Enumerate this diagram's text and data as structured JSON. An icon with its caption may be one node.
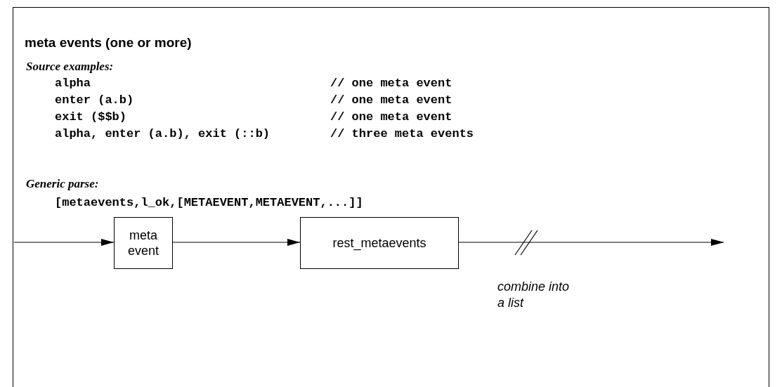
{
  "diagram": {
    "title": "meta events (one or more)",
    "nodes": [
      {
        "text": [
          "meta event"
        ]
      },
      {
        "text": [
          "rest_metaevents"
        ]
      }
    ],
    "edges": [
      {
        "from": null,
        "to": 0,
        "arrow": "to"
      },
      {
        "from": 0,
        "to": 1,
        "arrow": "to"
      },
      {
        "from": 1,
        "to": null,
        "arrow": "to",
        "label": "combine into a list"
      }
    ],
    "labels": [
      "Source examples:",
      "alpha",
      "// one meta event",
      "enter (a.b)",
      "// one meta event",
      "exit ($$b)",
      "// one meta event",
      "alpha, enter (a.b), exit (::b)",
      "// three meta events",
      "Generic parse:",
      "[metaevents,l_ok,[METAEVENT,METAEVENT,...]]"
    ]
  }
}
